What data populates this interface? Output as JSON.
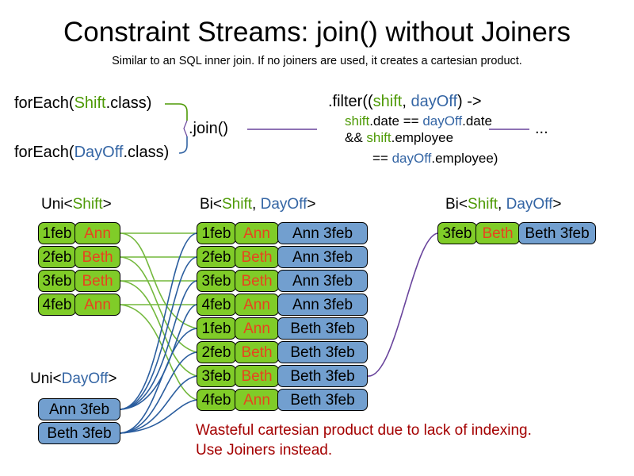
{
  "header": {
    "title": "Constraint Streams: join() without Joiners",
    "subtitle": "Similar to an SQL inner join. If no joiners are used, it creates a cartesian product."
  },
  "code": {
    "forEach_shift": {
      "prefix": "forEach(",
      "type": "Shift",
      "suffix": ".class)"
    },
    "forEach_dayoff": {
      "prefix": "forEach(",
      "type": "DayOff",
      "suffix": ".class)"
    },
    "join_call": ".join()",
    "filter": {
      "line1_prefix": ".filter((",
      "line1_param1": "shift",
      "line1_comma": ", ",
      "line1_param2": "dayOff",
      "line1_suffix": ") ->",
      "line2_a": "shift",
      "line2_b": ".date == ",
      "line2_c": "dayOff",
      "line2_d": ".date",
      "line3_a": "&& ",
      "line3_b": "shift",
      "line3_c": ".employee",
      "line4_a": "== ",
      "line4_b": "dayOff",
      "line4_c": ".employee)"
    },
    "ellipsis": "..."
  },
  "streams": {
    "uni_shift_label": {
      "prefix": "Uni<",
      "type": "Shift",
      "suffix": ">"
    },
    "uni_dayoff_label": {
      "prefix": "Uni<",
      "type": "DayOff",
      "suffix": ">"
    },
    "bi_middle_label": {
      "prefix": "Bi<",
      "type1": "Shift",
      "comma": ", ",
      "type2": "DayOff",
      "suffix": ">"
    },
    "bi_right_label": {
      "prefix": "Bi<",
      "type1": "Shift",
      "comma": ", ",
      "type2": "DayOff",
      "suffix": ">"
    }
  },
  "shifts": [
    {
      "date": "1feb",
      "employee": "Ann"
    },
    {
      "date": "2feb",
      "employee": "Beth"
    },
    {
      "date": "3feb",
      "employee": "Beth"
    },
    {
      "date": "4feb",
      "employee": "Ann"
    }
  ],
  "dayoffs": [
    {
      "label": "Ann 3feb"
    },
    {
      "label": "Beth 3feb"
    }
  ],
  "cartesian": [
    {
      "date": "1feb",
      "employee": "Ann",
      "dayoff": "Ann 3feb"
    },
    {
      "date": "2feb",
      "employee": "Beth",
      "dayoff": "Ann 3feb"
    },
    {
      "date": "3feb",
      "employee": "Beth",
      "dayoff": "Ann 3feb"
    },
    {
      "date": "4feb",
      "employee": "Ann",
      "dayoff": "Ann 3feb"
    },
    {
      "date": "1feb",
      "employee": "Ann",
      "dayoff": "Beth 3feb"
    },
    {
      "date": "2feb",
      "employee": "Beth",
      "dayoff": "Beth 3feb"
    },
    {
      "date": "3feb",
      "employee": "Beth",
      "dayoff": "Beth 3feb"
    },
    {
      "date": "4feb",
      "employee": "Ann",
      "dayoff": "Beth 3feb"
    }
  ],
  "result": {
    "date": "3feb",
    "employee": "Beth",
    "dayoff": "Beth 3feb"
  },
  "warning": {
    "line1": "Wasteful cartesian product due to lack of indexing.",
    "line2": "Use Joiners instead."
  },
  "colors": {
    "green_fill": "#80cc28",
    "blue_fill": "#729fcf",
    "green_text": "#4e9a06",
    "blue_text": "#3465a4",
    "name_text": "#e8431f",
    "warning_text": "#a40000",
    "wire_green": "#73b83c",
    "wire_blue": "#2a5d9e",
    "wire_purple": "#69449c"
  }
}
